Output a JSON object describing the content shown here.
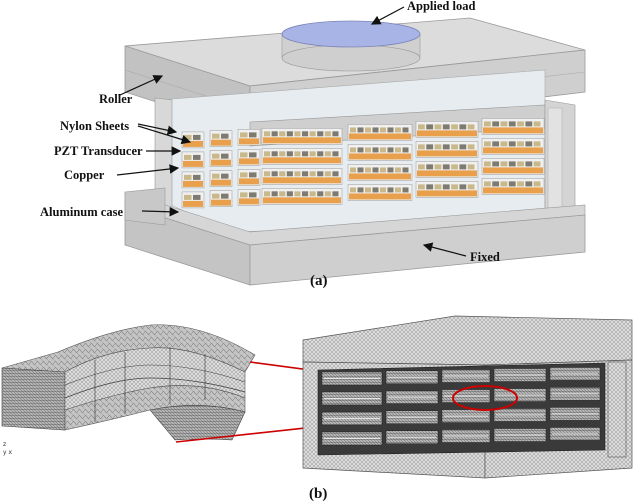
{
  "panel_a": {
    "labels": {
      "applied_load": "Applied load",
      "roller": "Roller",
      "nylon_sheets": "Nylon Sheets",
      "pzt_transducer": "PZT Transducer",
      "copper": "Copper",
      "aluminum_case": "Aluminum case",
      "fixed": "Fixed"
    },
    "caption": "(a)",
    "colors": {
      "case": "#c9c9c9",
      "case_top": "#d9d9d9",
      "load_disc": "#a9b4e6",
      "copper": "#e8a04c",
      "pzt": "#c9b98a",
      "nylon": "#f0f0f0"
    }
  },
  "panel_b": {
    "caption": "(b)",
    "axis_labels": {
      "z": "z",
      "yx": "y  x"
    },
    "colors": {
      "mesh": "#444444",
      "highlight": "#cc0000"
    }
  }
}
